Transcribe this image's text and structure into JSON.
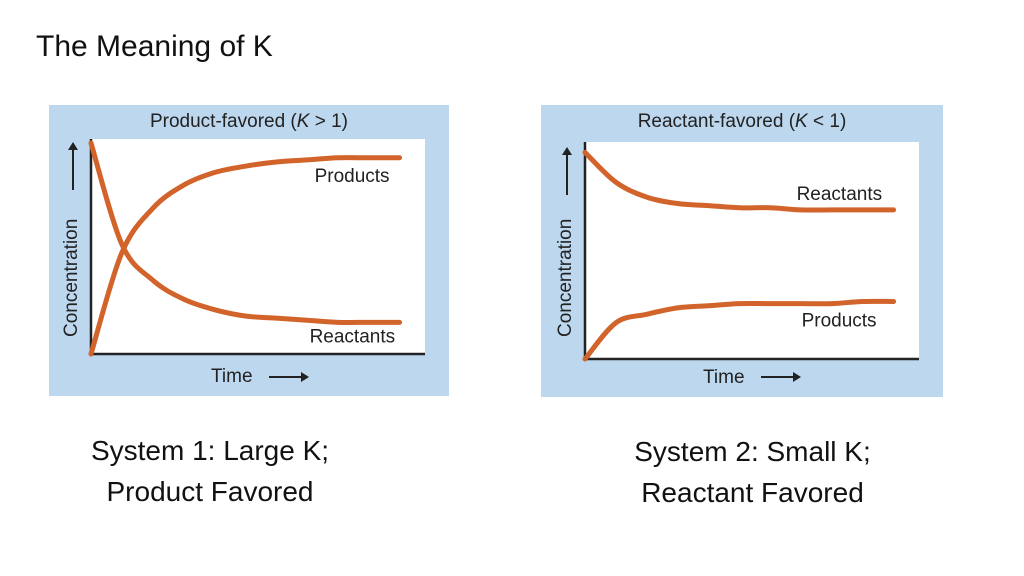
{
  "slide": {
    "title": "The Meaning of K"
  },
  "chart_data": [
    {
      "type": "line",
      "title": "Product-favored (K > 1)",
      "title_parts": [
        "Product-favored (",
        "K",
        " > 1)"
      ],
      "xlabel": "Time",
      "ylabel": "Concentration",
      "grid": false,
      "series": [
        {
          "name": "Products",
          "color": "#d2632a",
          "x": [
            0,
            0.1,
            0.2,
            0.3,
            0.4,
            0.5,
            0.6,
            0.7,
            0.8,
            0.9,
            1.0
          ],
          "values": [
            0,
            0.48,
            0.69,
            0.8,
            0.86,
            0.89,
            0.91,
            0.92,
            0.93,
            0.93,
            0.93
          ]
        },
        {
          "name": "Reactants",
          "color": "#d2632a",
          "x": [
            0,
            0.1,
            0.2,
            0.3,
            0.4,
            0.5,
            0.6,
            0.7,
            0.8,
            0.9,
            1.0
          ],
          "values": [
            1,
            0.52,
            0.35,
            0.26,
            0.21,
            0.18,
            0.17,
            0.16,
            0.15,
            0.15,
            0.15
          ]
        }
      ],
      "xlim": [
        0,
        1.05
      ],
      "ylim": [
        0,
        1
      ]
    },
    {
      "type": "line",
      "title": "Reactant-favored (K < 1)",
      "title_parts": [
        "Reactant-favored (",
        "K",
        " < 1)"
      ],
      "xlabel": "Time",
      "ylabel": "Concentration",
      "grid": false,
      "series": [
        {
          "name": "Reactants",
          "color": "#d2632a",
          "x": [
            0,
            0.1,
            0.2,
            0.3,
            0.4,
            0.5,
            0.6,
            0.7,
            0.8,
            0.9,
            1.0
          ],
          "values": [
            0.97,
            0.83,
            0.76,
            0.73,
            0.72,
            0.71,
            0.71,
            0.7,
            0.7,
            0.7,
            0.7
          ]
        },
        {
          "name": "Products",
          "color": "#d2632a",
          "x": [
            0,
            0.1,
            0.2,
            0.3,
            0.4,
            0.5,
            0.6,
            0.7,
            0.8,
            0.9,
            1.0
          ],
          "values": [
            0,
            0.17,
            0.21,
            0.24,
            0.25,
            0.26,
            0.26,
            0.26,
            0.26,
            0.27,
            0.27
          ]
        }
      ],
      "xlim": [
        0,
        1.05
      ],
      "ylim": [
        0,
        1
      ]
    }
  ],
  "captions": [
    {
      "line1": "System 1: Large K;",
      "line2": "Product Favored"
    },
    {
      "line1": "System 2: Small K;",
      "line2": "Reactant Favored"
    }
  ]
}
